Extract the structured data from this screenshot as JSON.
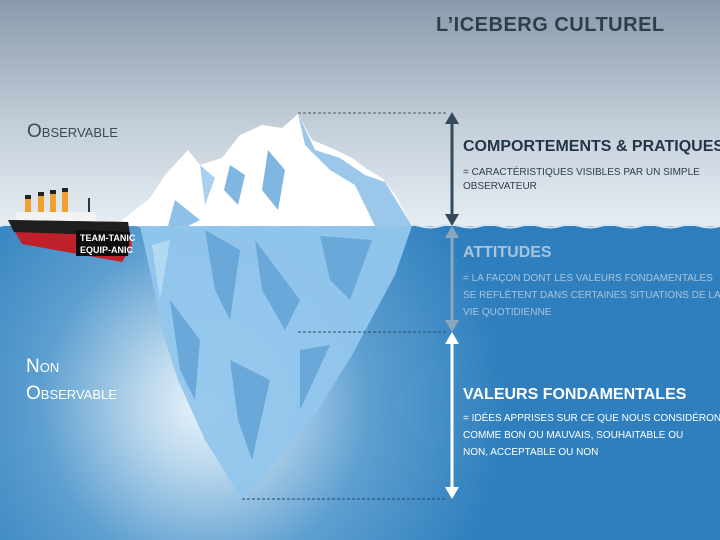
{
  "title": "L’ICEBERG CULTUREL",
  "labels": {
    "observable": "Observable",
    "non_observable_line1": "Non",
    "non_observable_line2": "Observable"
  },
  "ship": {
    "label_line1": "TEAM-TANIC",
    "label_line2": "EQUIP-ANIC"
  },
  "sections": {
    "comportements": {
      "heading": "COMPORTEMENTS & PRATIQUES",
      "desc_line1": "= CARACTÉRISTIQUES VISIBLES PAR UN SIMPLE",
      "desc_line2": "OBSERVATEUR"
    },
    "attitudes": {
      "heading": "ATTITUDES",
      "desc_line1": "= LA FAÇON DONT LES VALEURS FONDAMENTALES",
      "desc_line2": "SE REFLÈTENT DANS CERTAINES SITUATIONS DE LA",
      "desc_line3": "VIE QUOTIDIENNE"
    },
    "valeurs": {
      "heading": "VALEURS FONDAMENTALES",
      "desc_line1": "= IDÉES APPRISES SUR CE QUE NOUS CONSIDÉRONS",
      "desc_line2": "COMME BON OU MAUVAIS, SOUHAITABLE OU",
      "desc_line3": "NON, ACCEPTABLE OU NON"
    }
  },
  "colors": {
    "sky_top": "#8a9aab",
    "sky_bottom": "#e6edf3",
    "water": "#2f7fbe",
    "water_glow": "#eaf4fb",
    "comportements_arrow": "#35495c",
    "attitudes_arrow": "#8aa7c0",
    "valeurs_arrow": "#ffffff"
  }
}
